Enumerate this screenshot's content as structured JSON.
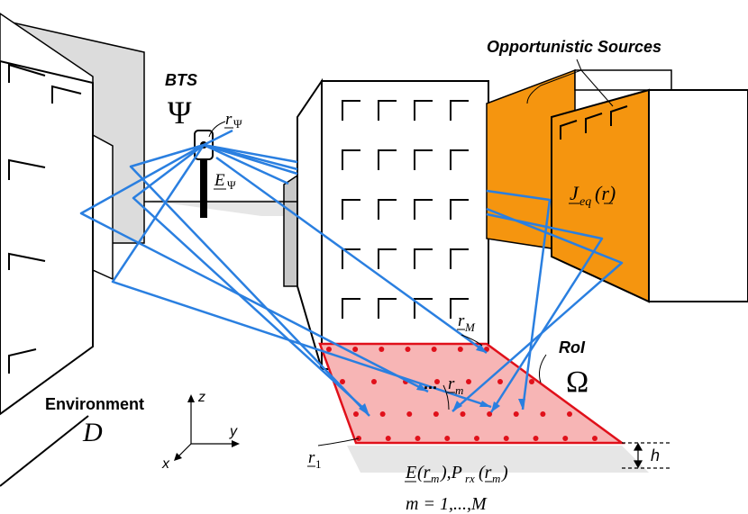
{
  "labels": {
    "bts": "BTS",
    "bts_symbol": "Ψ",
    "r_psi": "r",
    "r_psi_sub": "Ψ",
    "e_psi": "E",
    "e_psi_sub": "Ψ",
    "opportunistic_sources": "Opportunistic Sources",
    "j_eq": "J",
    "j_eq_sub": "eq",
    "j_eq_arg": "(r)",
    "roi": "RoI",
    "roi_symbol": "Ω",
    "r_M": "r",
    "r_M_sub": "M",
    "ellipsis": "...",
    "r_m": "r",
    "r_m_sub": "m",
    "r_1": "r",
    "r_1_sub": "1",
    "environment": "Environment",
    "environment_symbol": "D",
    "axis_z": "z",
    "axis_y": "y",
    "axis_x": "x",
    "h": "h",
    "field_expr": "E(rm),Prx(rm)",
    "field_E": "E",
    "field_rm1": "(r",
    "field_m1": "m",
    "field_mid": "),P",
    "field_rx": "rx",
    "field_rm2": "(r",
    "field_m2": "m",
    "field_end": ")",
    "index_range": "m = 1,...,M"
  },
  "colors": {
    "ray": "#2a7fe0",
    "roi_fill": "#f7b5b5",
    "roi_stroke": "#e0101a",
    "roi_dot": "#e0101a",
    "source_fill": "#f5950f",
    "wall_gray": "#dcdcdc",
    "shadow_gray": "#e6e6e6"
  }
}
